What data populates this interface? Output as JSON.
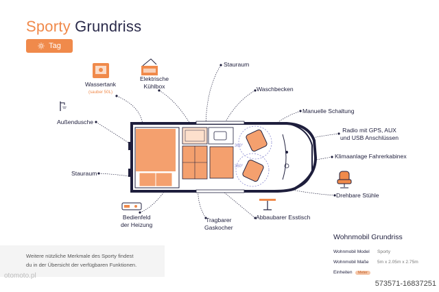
{
  "header": {
    "title_accent": "Sporty",
    "title_rest": "Grundriss",
    "tag_label": "Tag",
    "tag_icon": "sun-icon"
  },
  "labels": {
    "wassertank": "Wassertank",
    "wassertank_sub": "(sauber 50L)",
    "kuehlbox_1": "Elektrische",
    "kuehlbox_2": "Kühlbox",
    "stauraum_top": "Stauraum",
    "waschbecken": "Waschbecken",
    "schaltung": "Manuelle Schaltung",
    "radio_1": "Radio mit GPS, AUX",
    "radio_2": "und USB Anschlüssen",
    "klima": "Klimaanlage Fahrerkabinex",
    "dusche": "Außendusche",
    "stauraum_left": "Stauraum",
    "stuehle": "Drehbare Stühle",
    "bedienfeld_1": "Bedienfeld",
    "bedienfeld_2": "der Heizung",
    "gaskocher_1": "Tragbarer",
    "gaskocher_2": "Gaskocher",
    "esstisch": "Abbaubarer Esstisch",
    "rotation_1": "360°",
    "rotation_2": "360°"
  },
  "info_box": {
    "line1": "Weitere nützliche Merkmale des Sporty findest",
    "line2": "du in der Übersicht der verfügbaren Funktionen."
  },
  "specs": {
    "title": "Wohnmobil Grundriss",
    "model_key": "Wohnmobil Model",
    "model_val": "Sporty",
    "size_key": "Wohnmobil Maße",
    "size_val": "5m x 2.05m x 2.75m",
    "units_key": "Einheiten",
    "units_val": "Meter"
  },
  "watermark": "otomoto.pl",
  "listing_code": "573571-16837251",
  "colors": {
    "accent": "#f08a4b",
    "accent_light": "#f5c6a8",
    "navy": "#1e1e3c",
    "bed_fill": "#f4a06e"
  }
}
